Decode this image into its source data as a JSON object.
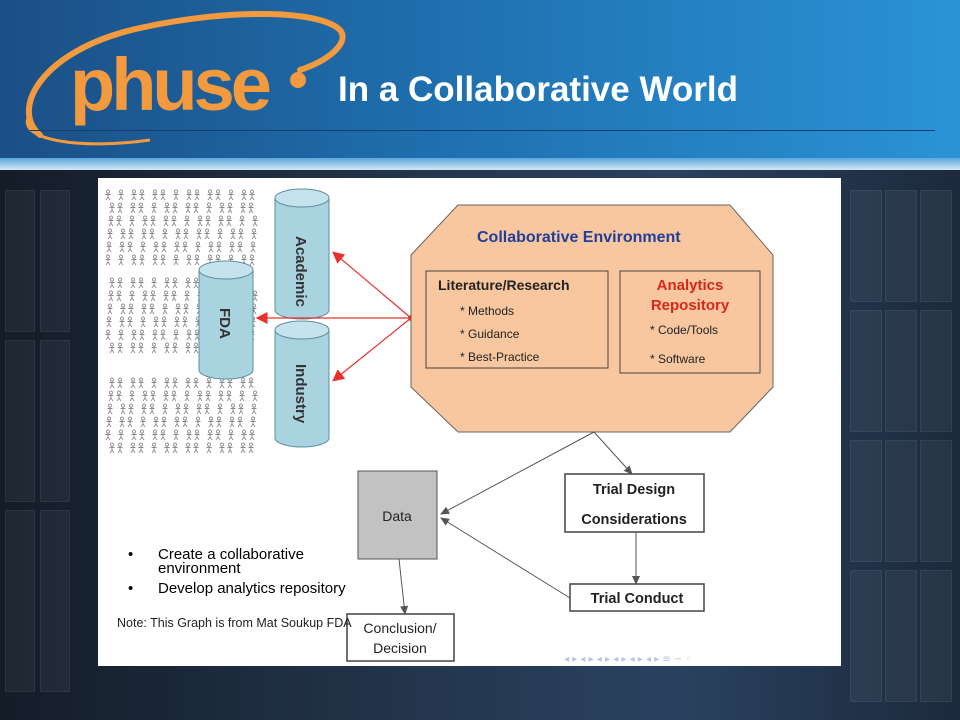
{
  "slide": {
    "title": "In a Collaborative World",
    "logo_text": "phuse",
    "accent_color": "#f39a3e",
    "header_color": "#1f6fae"
  },
  "diagram": {
    "silos": [
      "Academic",
      "FDA",
      "Industry"
    ],
    "environment": {
      "title": "Collaborative Environment",
      "literature": {
        "heading": "Literature/Research",
        "items": [
          "* Methods",
          "* Guidance",
          "* Best-Practice"
        ]
      },
      "analytics": {
        "heading_line1": "Analytics",
        "heading_line2": "Repository",
        "items": [
          "* Code/Tools",
          "* Software"
        ]
      }
    },
    "data_box": "Data",
    "trial_design_line1": "Trial Design",
    "trial_design_line2": "Considerations",
    "trial_conduct": "Trial Conduct",
    "conclusion_line1": "Conclusion/",
    "conclusion_line2": "Decision",
    "colors": {
      "cylinder": "#a9d3df",
      "environment": "#f8c79f",
      "data_box": "#c2c2c2",
      "arrow_red": "#e8302c",
      "title_blue": "#1f3f99",
      "analytics_red": "#d9261c"
    }
  },
  "bullets": [
    "Create a collaborative environment",
    "Develop analytics repository"
  ],
  "note": "Note: This Graph is from Mat Soukup FDA"
}
